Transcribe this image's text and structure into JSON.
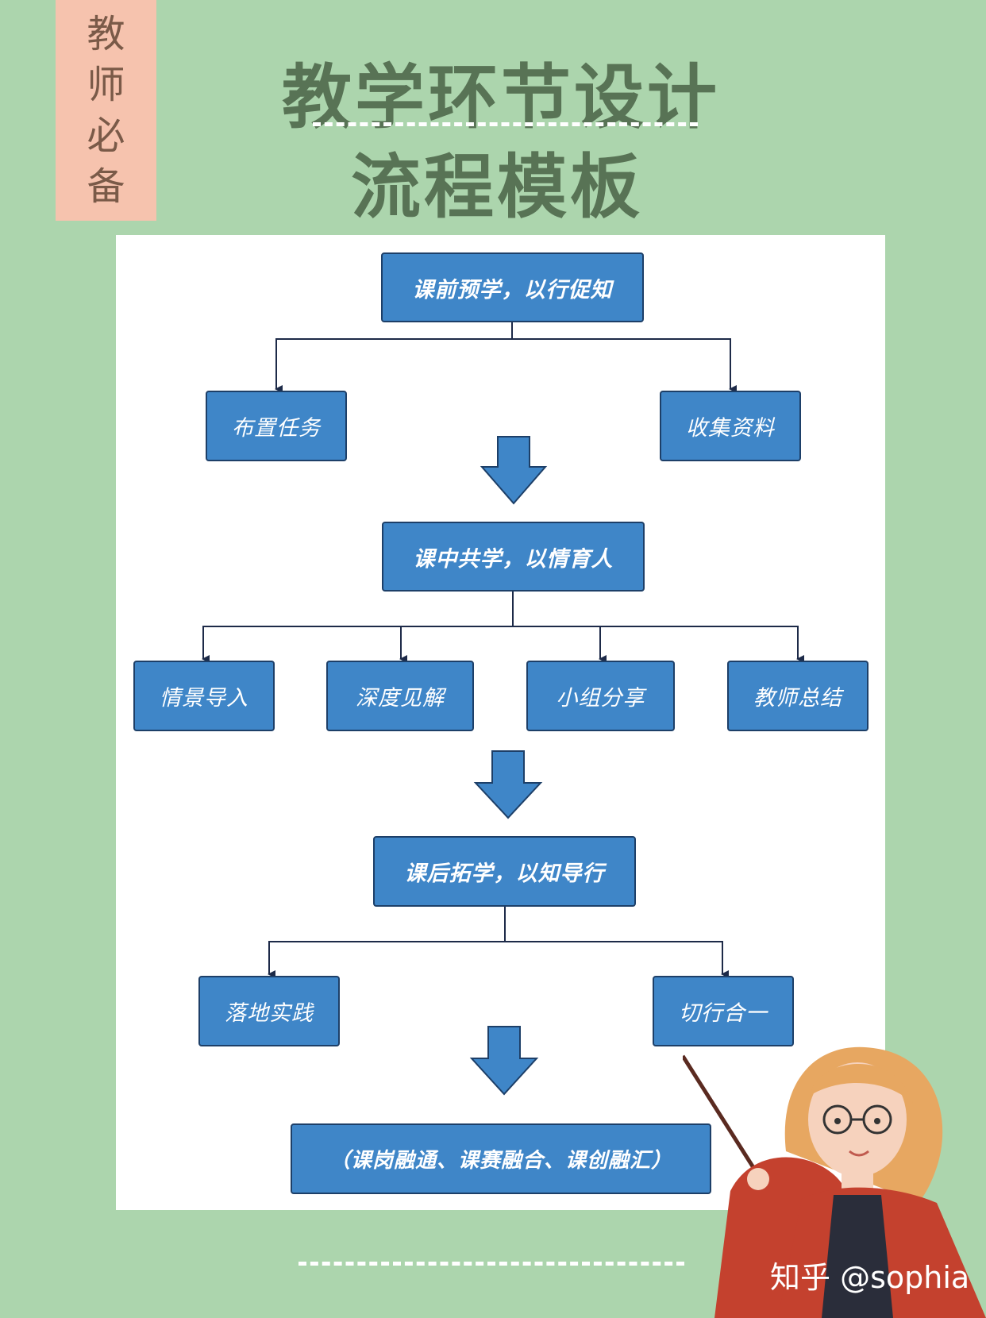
{
  "badge": [
    "教",
    "师",
    "必",
    "备"
  ],
  "title": {
    "line1": "教学环节设计",
    "line2": "流程模板"
  },
  "flow": {
    "stage1": {
      "title": "课前预学，以行促知",
      "children": [
        "布置任务",
        "收集资料"
      ]
    },
    "stage2": {
      "title": "课中共学，以情育人",
      "children": [
        "情景导入",
        "深度见解",
        "小组分享",
        "教师总结"
      ]
    },
    "stage3": {
      "title": "课后拓学，以知导行",
      "children": [
        "落地实践",
        "切行合一"
      ]
    },
    "final": "（课岗融通、课赛融合、课创融汇）"
  },
  "watermark": "知乎 @sophia",
  "colors": {
    "background": "#acd5ad",
    "box": "#3f86c8",
    "box_border": "#1d3f68",
    "title": "#587355",
    "badge": "#f6c3ae"
  }
}
